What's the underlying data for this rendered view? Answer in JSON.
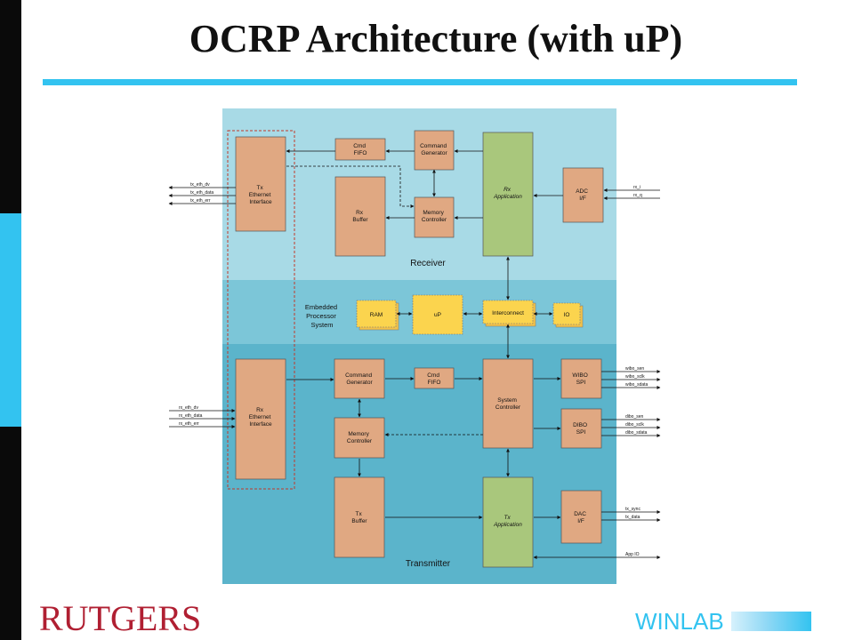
{
  "slide": {
    "title": "OCRP Architecture (with uP)",
    "logo_left": "RUTGERS",
    "logo_right": "WINLAB"
  },
  "diagram": {
    "sections": {
      "receiver": "Receiver",
      "embedded": [
        "Embedded",
        "Processor",
        "System"
      ],
      "transmitter": "Transmitter"
    },
    "blocks": {
      "tx_eth": [
        "Tx",
        "Ethernet",
        "Interface"
      ],
      "cmd_fifo_rx": [
        "Cmd",
        "FIFO"
      ],
      "cmd_gen_rx": [
        "Command",
        "Generator"
      ],
      "rx_buffer": [
        "Rx",
        "Buffer"
      ],
      "mem_ctrl_rx": [
        "Memory",
        "Controller"
      ],
      "rx_app": [
        "Rx",
        "Application"
      ],
      "adc": [
        "ADC",
        "I/F"
      ],
      "ram": [
        "RAM"
      ],
      "up": [
        "uP"
      ],
      "interconnect": [
        "Interconnect"
      ],
      "io": [
        "IO"
      ],
      "rx_eth": [
        "Rx",
        "Ethernet",
        "Interface"
      ],
      "cmd_gen_tx": [
        "Command",
        "Generator"
      ],
      "cmd_fifo_tx": [
        "Cmd",
        "FIFO"
      ],
      "sys_ctrl": [
        "System",
        "Controller"
      ],
      "wibo_spi": [
        "WIBO",
        "SPI"
      ],
      "dibo_spi": [
        "DIBO",
        "SPI"
      ],
      "mem_ctrl_tx": [
        "Memory",
        "Controller"
      ],
      "tx_buffer": [
        "Tx",
        "Buffer"
      ],
      "tx_app": [
        "Tx",
        "Application"
      ],
      "dac": [
        "DAC",
        "I/F"
      ]
    },
    "signals": {
      "tx_eth_out": [
        "tx_eth_dv",
        "tx_eth_data",
        "tx_eth_err"
      ],
      "rx_eth_in": [
        "rx_eth_dv",
        "rx_eth_data",
        "rx_eth_err"
      ],
      "adc_in": [
        "rx_i",
        "rx_q"
      ],
      "wibo_out": [
        "wibo_sen",
        "wibo_sclk",
        "wibo_sdata"
      ],
      "dibo_out": [
        "dibo_sen",
        "dibo_sclk",
        "dibo_sdata"
      ],
      "dac_out": [
        "tx_sync",
        "tx_data"
      ],
      "app_io": [
        "App IO"
      ]
    },
    "colors": {
      "receiver_bg": "#a8dae6",
      "embedded_bg": "#7cc6d8",
      "transmitter_bg": "#5bb4cb",
      "block_orange": "#e0a882",
      "block_green": "#a9c77c",
      "block_yellow": "#fbd44e",
      "accent": "#33c3f0"
    }
  }
}
